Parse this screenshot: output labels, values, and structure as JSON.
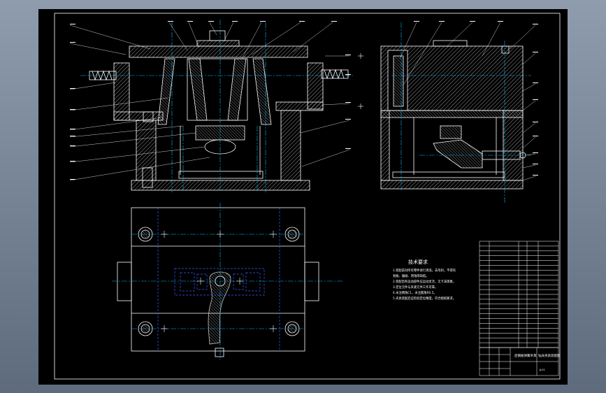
{
  "drawing": {
    "colors": {
      "background": "#000000",
      "outer_frame": "#8e9cae",
      "line": "#ffffff",
      "hatch": "#ffffff",
      "centerline": "#00b7ff",
      "hidden": "#3a5bff",
      "part": "#c8c8c8"
    },
    "technical_requirements": {
      "title": "技术要求",
      "lines": [
        "1.装配前对所有零件进行清洗，去毛刺，不得有",
        "  划痕、磕碰、锈蚀等缺陷。",
        "2.装配后各运动部件应运动灵活，无卡滞现象。",
        "3.定位元件与夹紧元件工作可靠。",
        "4.未注倒角C1，未注圆角R0.5。",
        "5.夹具装配后应检验定位精度，符合图纸要求。"
      ]
    },
    "title_block": {
      "drawing_name": "后钢板弹簧吊耳",
      "designation": "钻床夹具装配图",
      "drawing_number": "JJ-01"
    }
  }
}
